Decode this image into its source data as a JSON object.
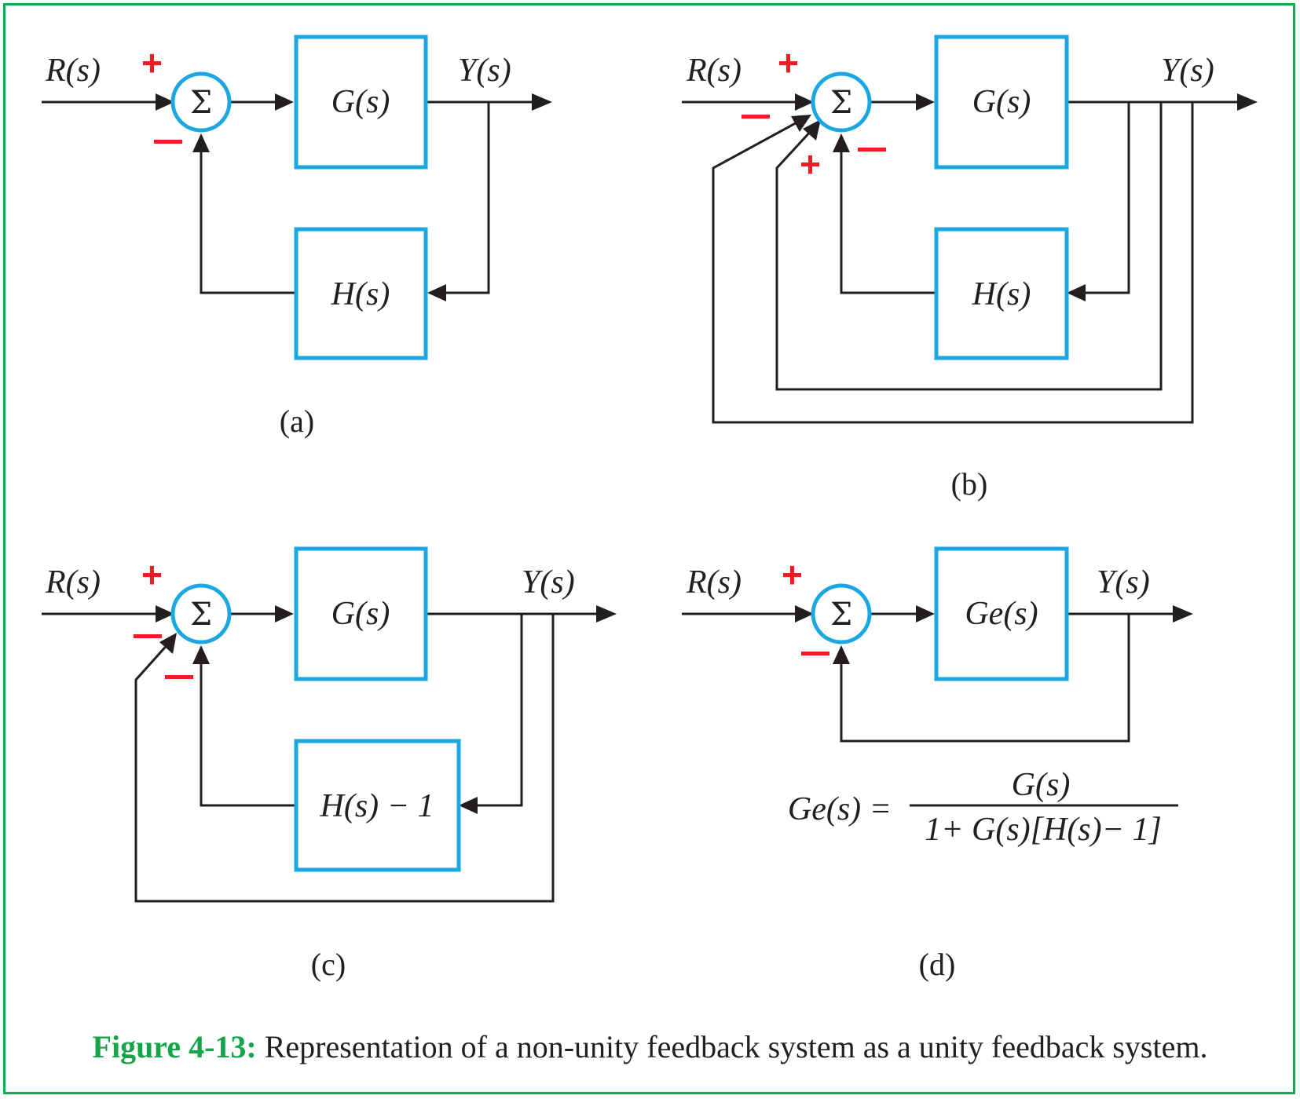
{
  "panels": {
    "a": {
      "label": "(a)",
      "input": "R(s)",
      "output": "Y(s)",
      "forward_block": "G(s)",
      "feedback_block": "H(s)",
      "signs": [
        "+",
        "−"
      ]
    },
    "b": {
      "label": "(b)",
      "input": "R(s)",
      "output": "Y(s)",
      "forward_block": "G(s)",
      "feedback_block": "H(s)",
      "signs": [
        "+",
        "−",
        "+",
        "−"
      ]
    },
    "c": {
      "label": "(c)",
      "input": "R(s)",
      "output": "Y(s)",
      "forward_block": "G(s)",
      "feedback_block": "H(s) − 1",
      "signs": [
        "+",
        "−",
        "−"
      ]
    },
    "d": {
      "label": "(d)",
      "input": "R(s)",
      "output": "Y(s)",
      "forward_block": "Ge(s)",
      "signs": [
        "+",
        "−"
      ],
      "equation": {
        "lhs": "Ge(s) =",
        "numerator": "G(s)",
        "denominator": "1+ G(s)[H(s)− 1]"
      }
    }
  },
  "summing_symbol": "Σ",
  "colors": {
    "block_stroke": "#1aa7e2",
    "frame": "#1aa84a",
    "signs": "#ee1c25",
    "caption_label": "#14a44a"
  },
  "caption": {
    "label": "Figure 4-13:",
    "text": "Representation of a non-unity feedback system as a unity feedback system."
  }
}
